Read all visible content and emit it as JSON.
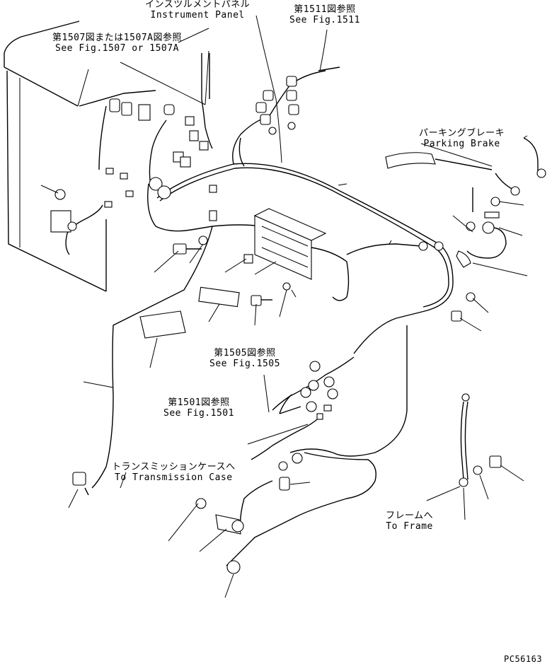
{
  "labels": {
    "instrument_panel": {
      "jp": "インスツルメントパネル",
      "en": "Instrument Panel"
    },
    "ref_1511": {
      "jp": "第1511図参照",
      "en": "See Fig.1511"
    },
    "ref_1507": {
      "jp": "第1507図または1507A図参照",
      "en": "See Fig.1507 or 1507A"
    },
    "parking_brake": {
      "jp": "パーキングブレーキ",
      "en": "Parking Brake"
    },
    "ref_1505": {
      "jp": "第1505図参照",
      "en": "See Fig.1505"
    },
    "ref_1501": {
      "jp": "第1501図参照",
      "en": "See Fig.1501"
    },
    "transmission_case": {
      "jp": "トランスミッションケースへ",
      "en": "To Transmission Case"
    },
    "frame": {
      "jp": "フレームへ",
      "en": "To Frame"
    }
  },
  "drawing_number": "PC56163"
}
